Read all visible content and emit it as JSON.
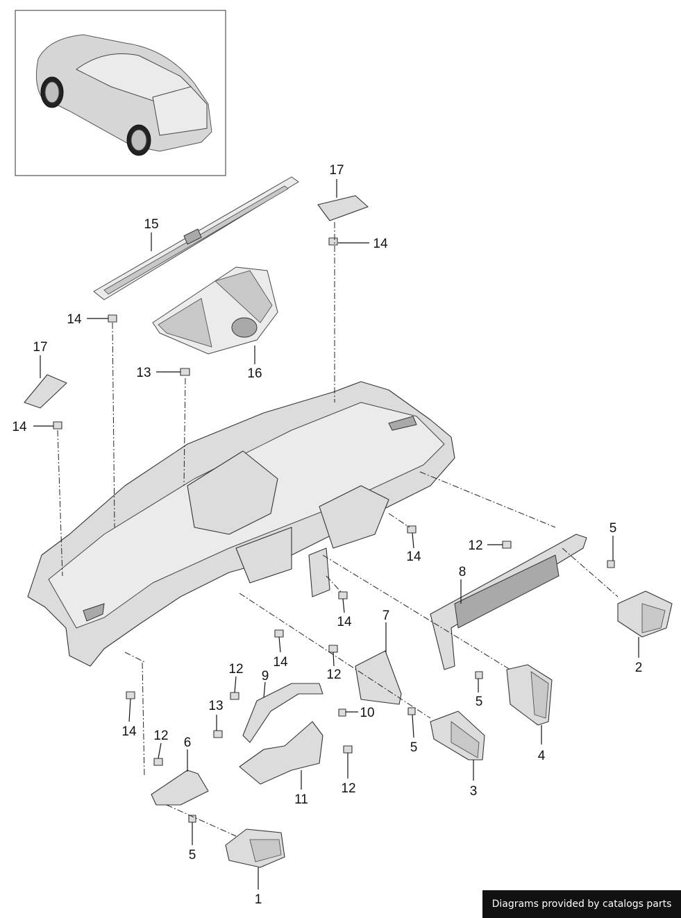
{
  "footer": {
    "credit": "Diagrams provided by catalogs parts"
  },
  "callouts": {
    "c1": "1",
    "c2": "2",
    "c3": "3",
    "c4": "4",
    "c5a": "5",
    "c5b": "5",
    "c5c": "5",
    "c5d": "5",
    "c6": "6",
    "c7": "7",
    "c8": "8",
    "c9": "9",
    "c10": "10",
    "c11": "11",
    "c12a": "12",
    "c12b": "12",
    "c12c": "12",
    "c12d": "12",
    "c12e": "12",
    "c13a": "13",
    "c13b": "13",
    "c14a": "14",
    "c14b": "14",
    "c14c": "14",
    "c14d": "14",
    "c14e": "14",
    "c14f": "14",
    "c14g": "14",
    "c15": "15",
    "c16": "16",
    "c17a": "17",
    "c17b": "17"
  },
  "colors": {
    "part_fill": "#dcdcdc",
    "line": "#333333",
    "badge_bg": "#111111",
    "badge_text": "#ffffff"
  }
}
